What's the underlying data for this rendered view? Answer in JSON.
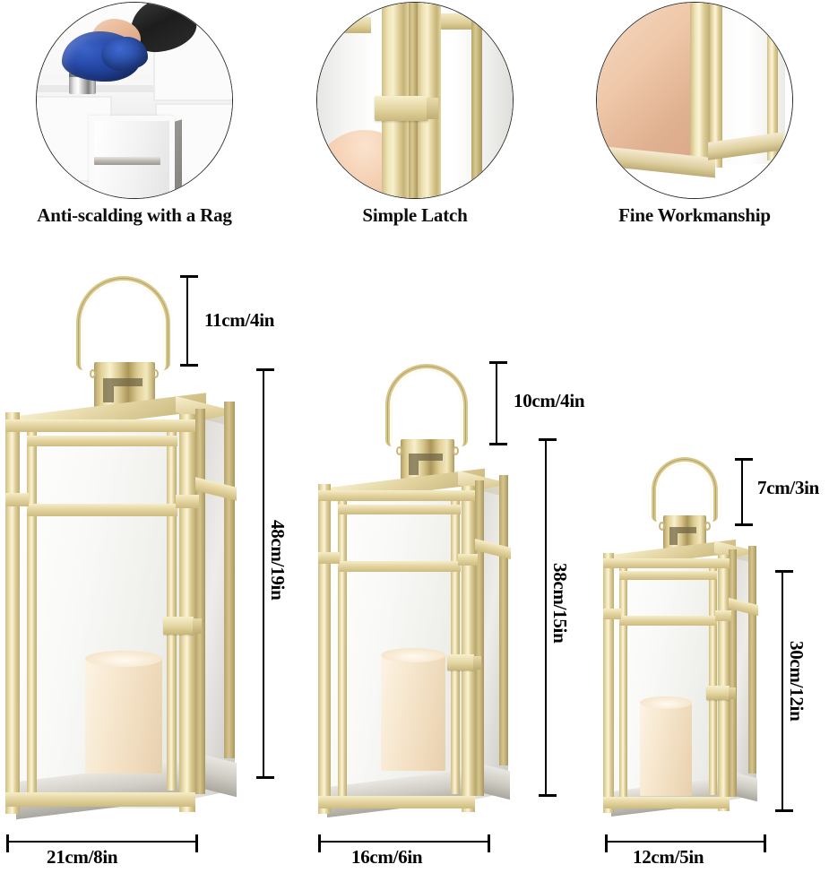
{
  "features": [
    {
      "caption": "Anti-scalding with a Rag",
      "image": "hand-holding-lantern-with-blue-rag-photo"
    },
    {
      "caption": "Simple Latch",
      "image": "lantern-door-latch-closeup-photo"
    },
    {
      "caption": "Fine Workmanship",
      "image": "lantern-gold-corner-joint-closeup-photo"
    }
  ],
  "lanterns": [
    {
      "size": "large",
      "handle_height": "11cm/4in",
      "total_height": "48cm/19in",
      "width": "21cm/8in"
    },
    {
      "size": "medium",
      "handle_height": "10cm/4in",
      "total_height": "38cm/15in",
      "width": "16cm/6in"
    },
    {
      "size": "small",
      "handle_height": "7cm/3in",
      "total_height": "30cm/12in",
      "width": "12cm/5in"
    }
  ],
  "colors": {
    "gold": "#e4d5a2",
    "gold_light": "#f8f0cf",
    "gold_dark": "#bdac74",
    "candle_cream": "#f5e6cd",
    "rag_blue": "#2547a6",
    "dimension_line": "#000000",
    "background": "#ffffff"
  }
}
